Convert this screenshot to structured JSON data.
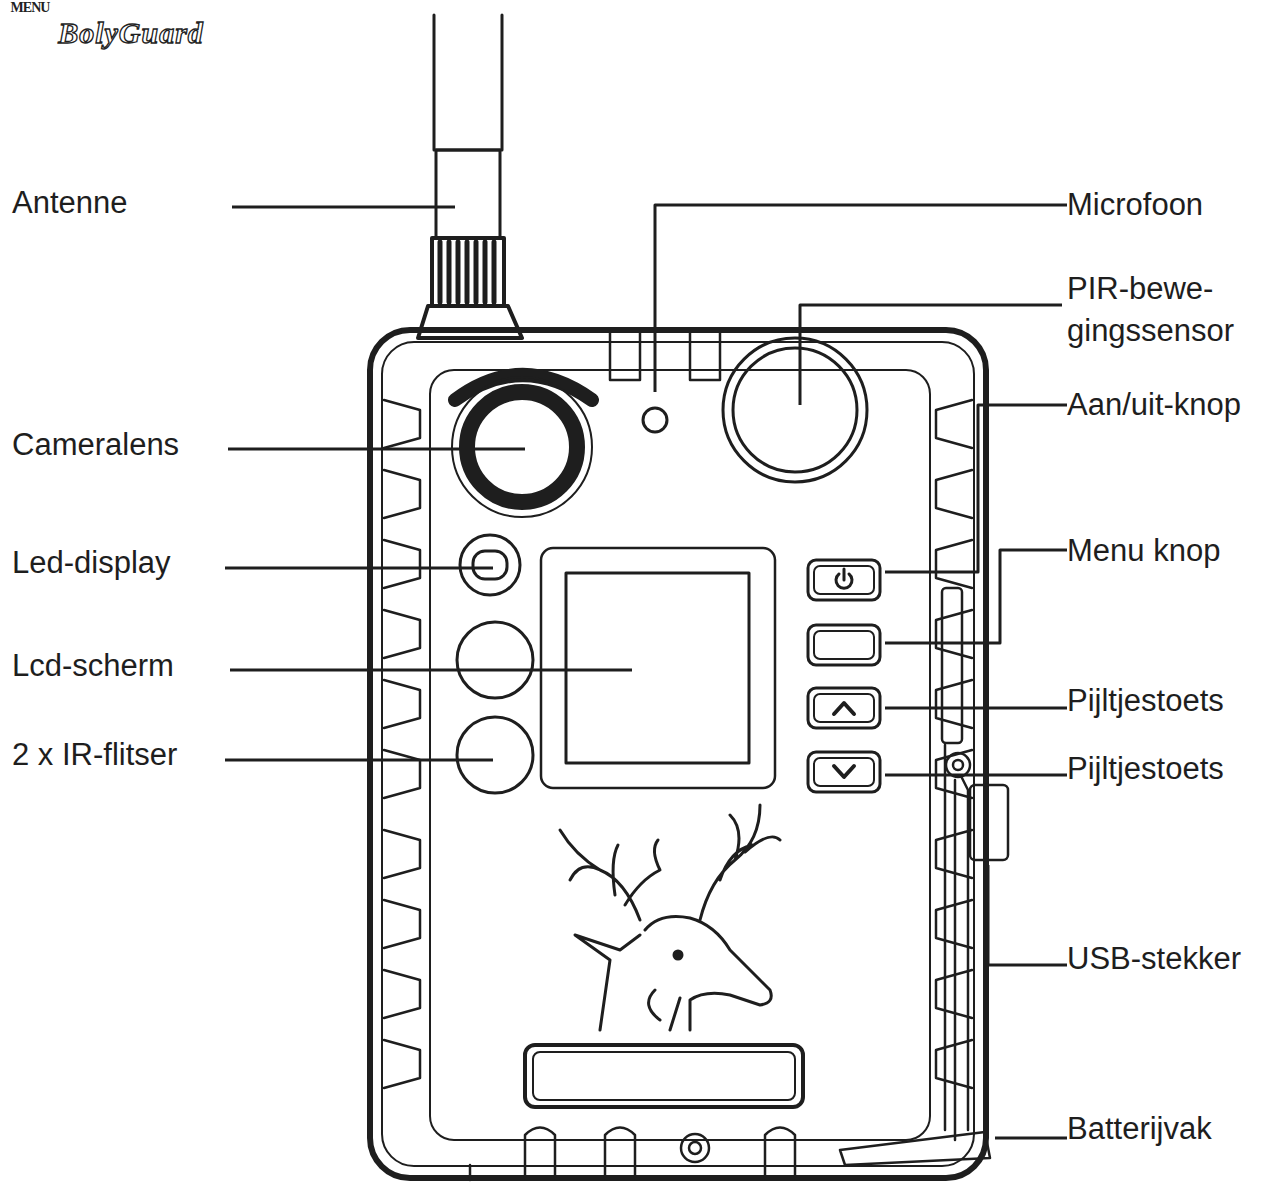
{
  "diagram": {
    "labels": [
      "Antenne",
      "Cameralens",
      "Led-display",
      "Lcd-scherm",
      "2 x IR-flitser",
      "Microfoon",
      "PIR-bewe- gingssensor",
      "Aan/uit-knop",
      "Menu knop",
      "Pijltjestoets",
      "Pijltjestoets",
      "USB-stekker",
      "Batterijvak",
      "MENU",
      "BolyGuard"
    ]
  }
}
